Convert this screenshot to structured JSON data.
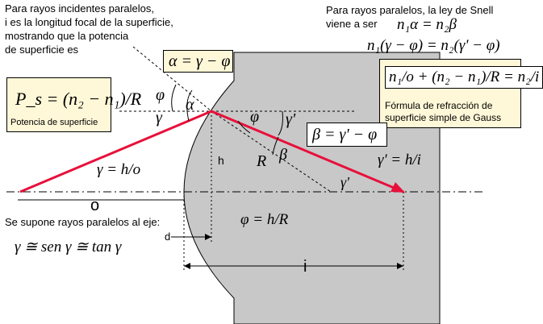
{
  "notes": {
    "left_intro": [
      "Para rayos incidentes paralelos,",
      "i es la longitud focal de la superficie,",
      "mostrando que la potencia",
      "de superficie es"
    ],
    "snell_intro": [
      "Para rayos paralelos, la ley de Snell",
      "viene a ser"
    ],
    "paraxial": "Se supone rayos paralelos al eje:",
    "power_label": "Potencia de superficie",
    "gauss_caption": [
      "Fórmula de refracción de",
      "superficie simple de Gauss"
    ]
  },
  "equations": {
    "power": "P_s = (n₂ − n₁)/R",
    "alpha": "α = γ − φ",
    "beta": "β = γ' − φ",
    "snell1": "n₁α = n₂β",
    "snell2": "n₁(γ − φ) = n₂(γ' − φ)",
    "gauss": "n₁/o + (n₂ − n₁)/R = n₂/i",
    "gamma": "γ = h/o",
    "gamma_prime": "γ' = h/i",
    "phi": "φ = h/R",
    "approx": "γ ≅ sen γ ≅ tan γ"
  },
  "labels": {
    "o": "o",
    "i": "i",
    "h": "h",
    "d": "d",
    "R": "R",
    "phi": "φ",
    "gamma": "γ",
    "alpha": "α",
    "beta": "β",
    "gamma_prime": "γ'"
  },
  "colors": {
    "ray": "#e8103a",
    "glass": "#c8c8c8",
    "box_fill": "#fff8d8"
  }
}
